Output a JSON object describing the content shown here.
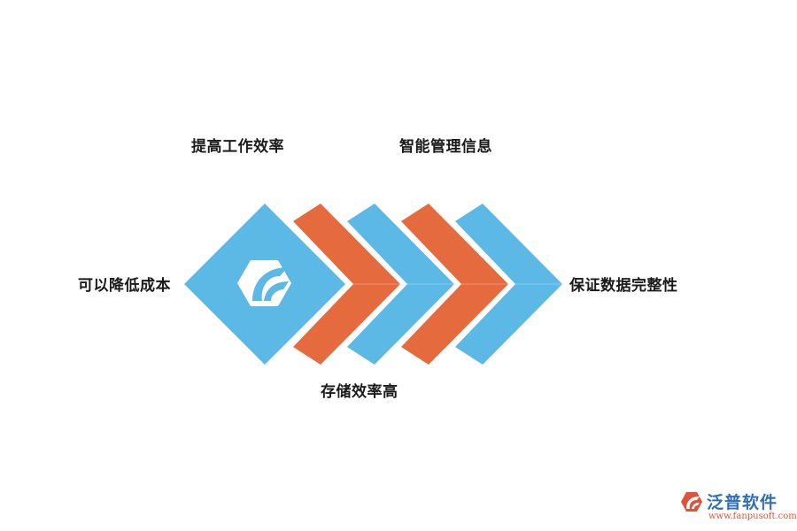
{
  "labels": {
    "top_left": "提高工作效率",
    "top_right": "智能管理信息",
    "left": "可以降低成本",
    "right": "保证数据完整性",
    "bottom": "存储效率高"
  },
  "colors": {
    "blue": "#5cb9e6",
    "orange": "#e56b3e",
    "white": "#ffffff"
  },
  "watermark": {
    "name": "泛普软件",
    "url": "www.fanpusoft.com"
  }
}
